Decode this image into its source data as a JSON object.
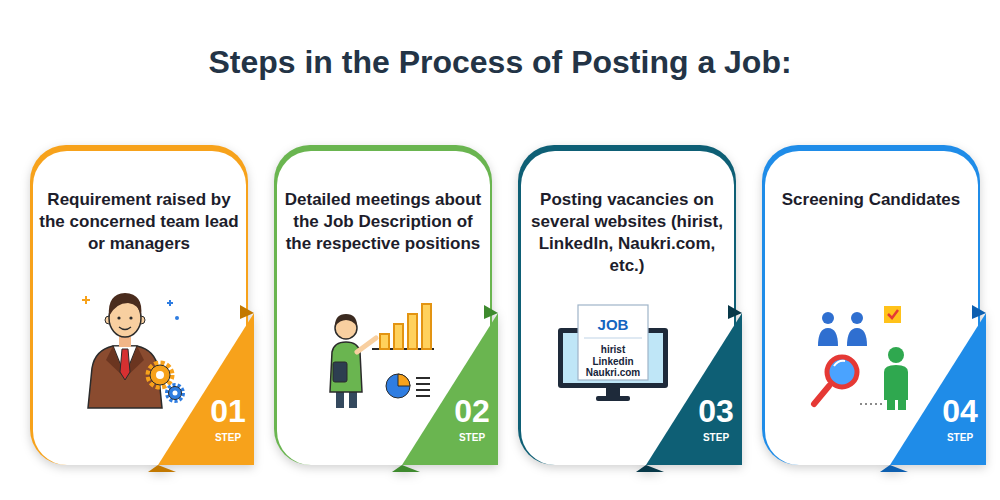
{
  "diagram": {
    "title": "Steps in the Process of Posting a Job:",
    "nodes": [
      {
        "text": [
          "Requirement raised by the concerned team lead or managers",
          "01",
          "STEP"
        ]
      },
      {
        "text": [
          "Detailed meetings about the Job Description of the respective positions",
          "02",
          "STEP"
        ]
      },
      {
        "text": [
          "Posting vacancies on several websites (hirist, LinkedIn, Naukri.com, etc.)",
          "03",
          "STEP"
        ]
      },
      {
        "text": [
          "Screening Candidates",
          "04",
          "STEP"
        ]
      }
    ],
    "labels": [
      "JOB",
      "hirist",
      "Linkedin",
      "Naukri.com"
    ]
  }
}
